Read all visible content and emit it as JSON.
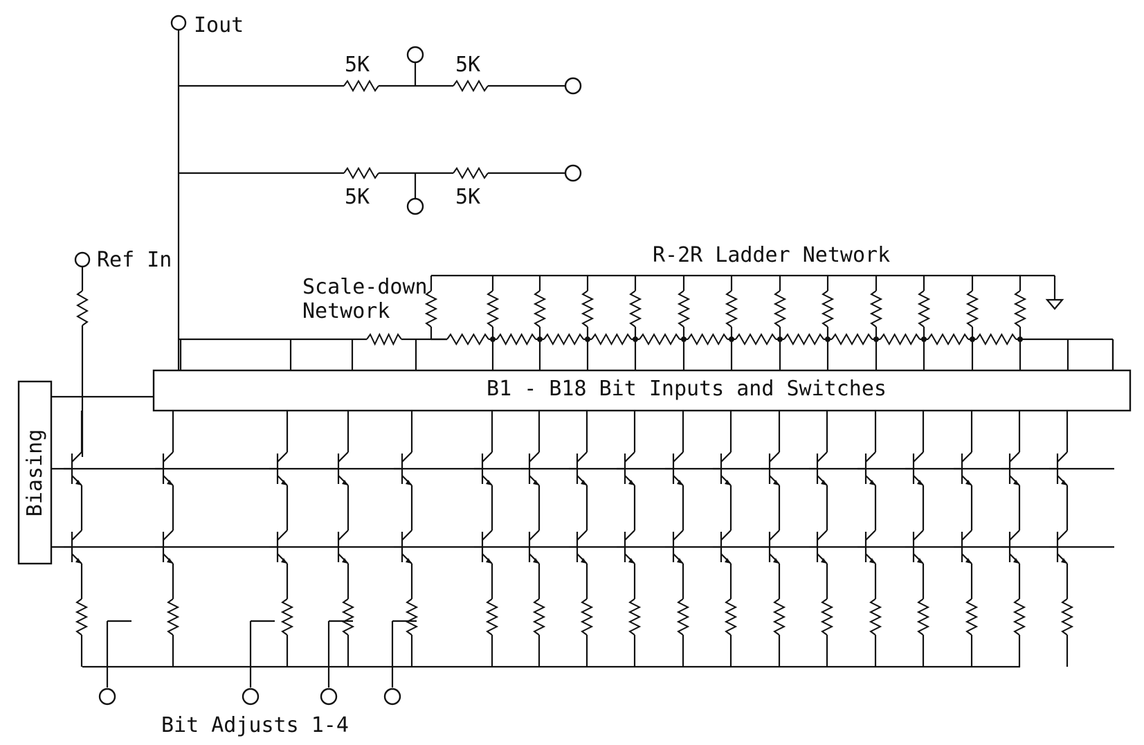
{
  "diagram": {
    "labels": {
      "iout": "Iout",
      "ref_in": "Ref In",
      "res_top_left": "5K",
      "res_top_right": "5K",
      "res_bottom_left": "5K",
      "res_bottom_right": "5K",
      "ladder": "R-2R Ladder Network",
      "scale_down_1": "Scale-down",
      "scale_down_2": "Network",
      "bit_inputs": "B1 - B18 Bit Inputs and Switches",
      "biasing": "Biasing",
      "bit_adjusts": "Bit Adjusts 1-4"
    },
    "counts": {
      "bit_columns": 18,
      "ladder_shunt_resistors": 13,
      "bit_adjust_terminals": 4
    },
    "colors": {
      "ink": "#111111",
      "paper": "#ffffff"
    }
  }
}
